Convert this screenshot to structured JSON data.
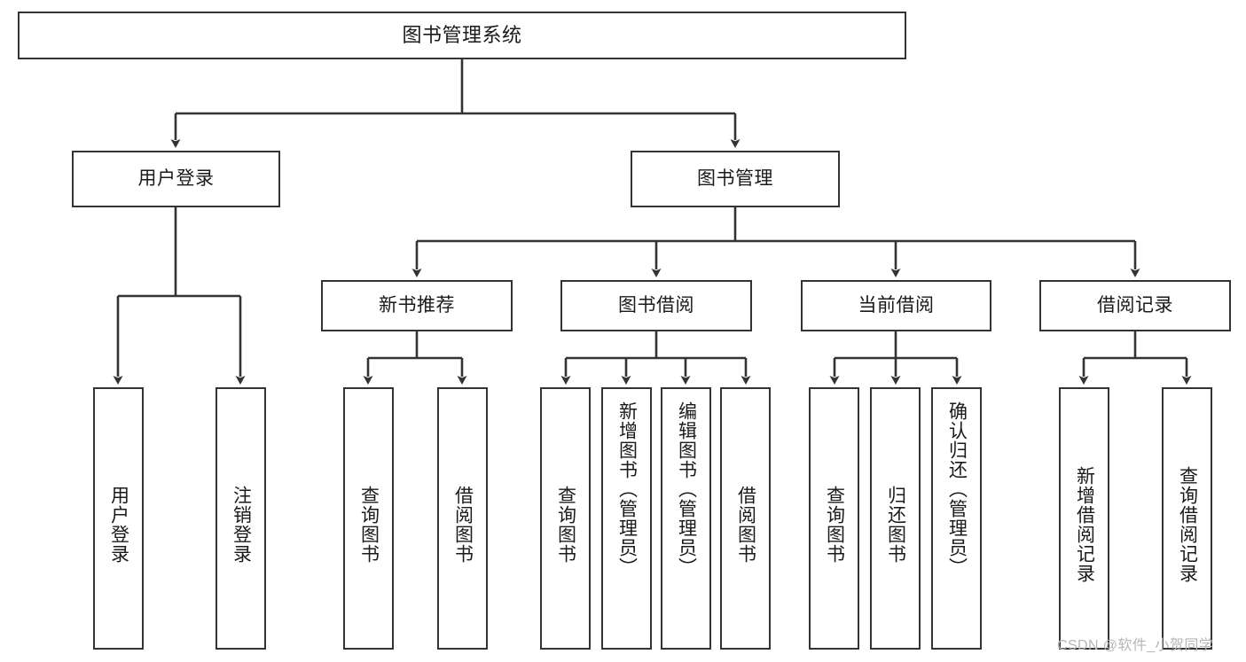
{
  "diagram": {
    "title": "图书管理系统",
    "type": "tree-hierarchy-chart",
    "root": {
      "label": "图书管理系统"
    },
    "level2": [
      {
        "label": "用户登录"
      },
      {
        "label": "图书管理"
      }
    ],
    "level3": [
      {
        "label": "新书推荐"
      },
      {
        "label": "图书借阅"
      },
      {
        "label": "当前借阅"
      },
      {
        "label": "借阅记录"
      }
    ],
    "leaves": {
      "user_login": [
        {
          "label": "用户登录"
        },
        {
          "label": "注销登录"
        }
      ],
      "new_book_recommend": [
        {
          "label": "查询图书"
        },
        {
          "label": "借阅图书"
        }
      ],
      "book_borrow": [
        {
          "label": "查询图书"
        },
        {
          "label": "新增图书（管理员）"
        },
        {
          "label": "编辑图书（管理员）"
        },
        {
          "label": "借阅图书"
        }
      ],
      "current_borrow": [
        {
          "label": "查询图书"
        },
        {
          "label": "归还图书"
        },
        {
          "label": "确认归还（管理员）"
        }
      ],
      "borrow_record": [
        {
          "label": "新增借阅记录"
        },
        {
          "label": "查询借阅记录"
        }
      ]
    }
  },
  "watermark": {
    "text": "CSDN @软件_小贺同学"
  },
  "colors": {
    "box_border": "#333333",
    "box_fill": "#ffffff",
    "edge": "#333333",
    "text": "#1a1a1a",
    "watermark": "#b6b6b6",
    "background": "#ffffff"
  }
}
